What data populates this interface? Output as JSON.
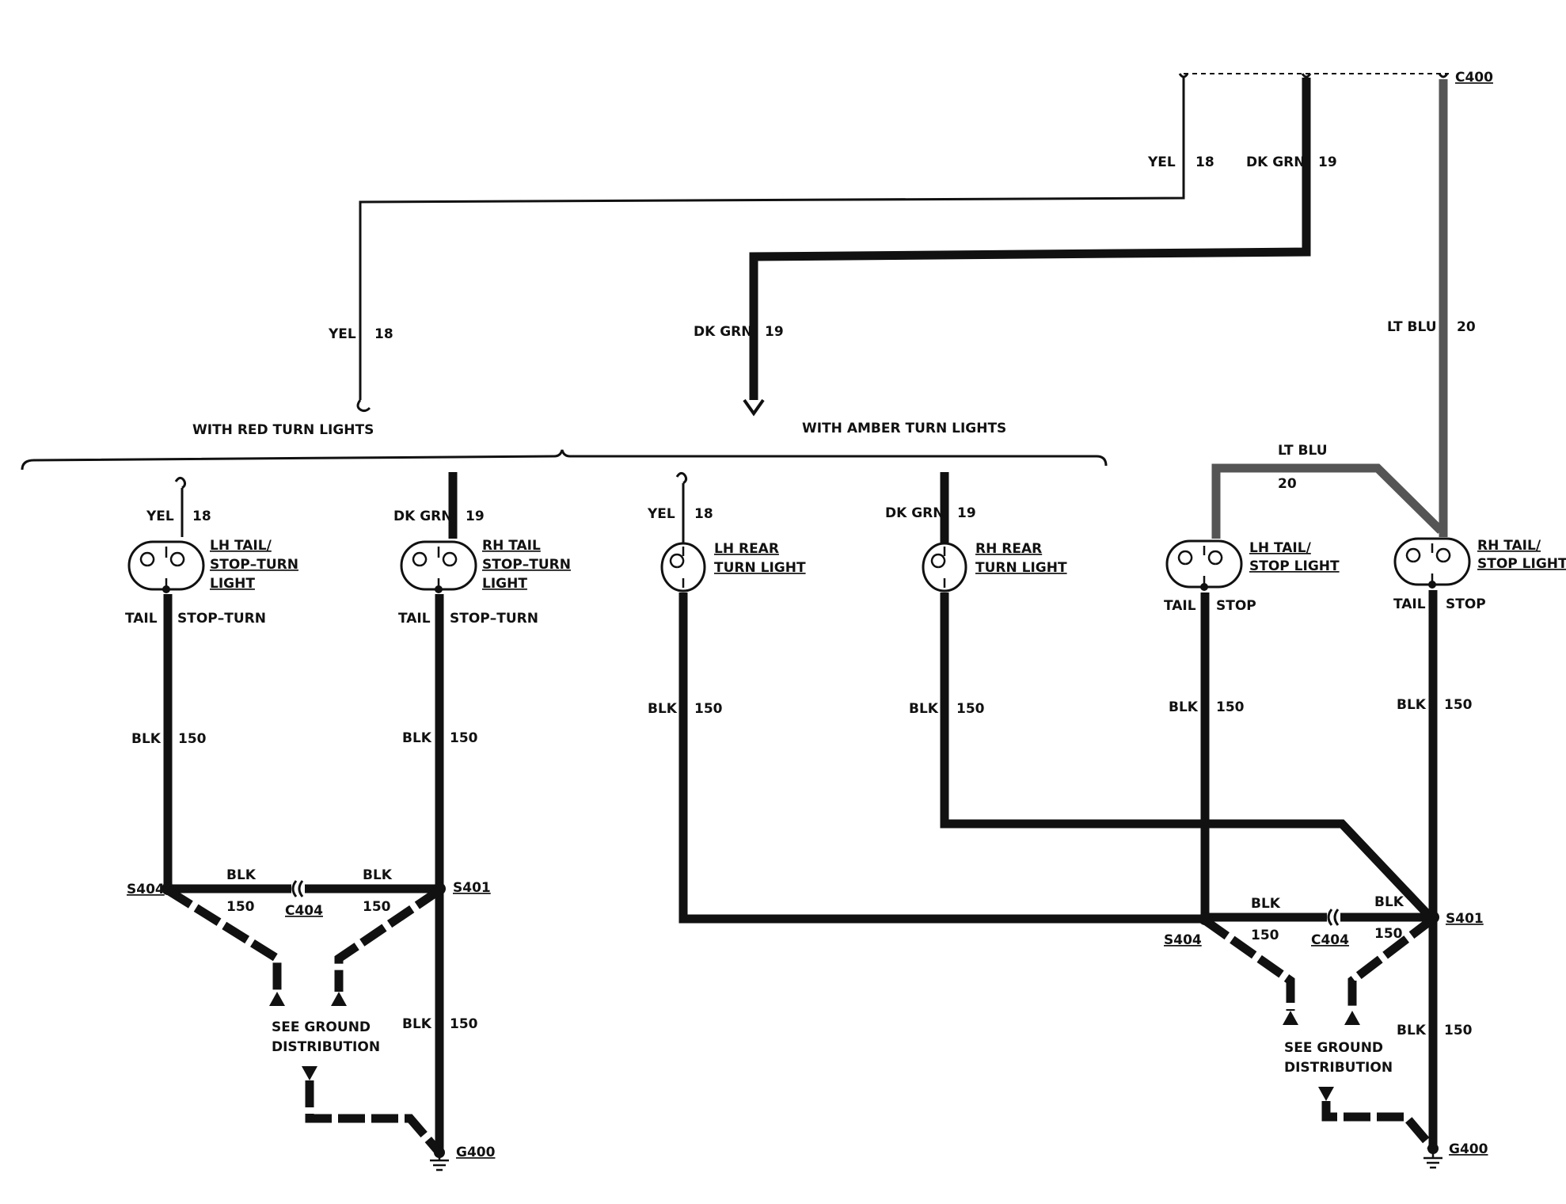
{
  "colors": {
    "ink": "#111111",
    "ltblu_wire": "#555555",
    "background": "#ffffff"
  },
  "connectors": {
    "c400": "C400",
    "c404_left": "C404",
    "c404_right": "C404",
    "s404_left": "S404",
    "s401_left": "S401",
    "s404_right": "S404",
    "s401_right": "S401",
    "g400_left": "G400",
    "g400_right": "G400"
  },
  "top_wires": {
    "yel_top": {
      "color": "YEL",
      "num": "18"
    },
    "dkgrn_top": {
      "color": "DK GRN",
      "num": "19"
    },
    "ltblu_top": {
      "color": "LT BLU",
      "num": "20"
    },
    "yel_mid": {
      "color": "YEL",
      "num": "18"
    },
    "dkgrn_mid": {
      "color": "DK GRN",
      "num": "19"
    }
  },
  "section_labels": {
    "red": "WITH RED TURN LIGHTS",
    "amber": "WITH AMBER TURN LIGHTS"
  },
  "lamps": {
    "lh_tail_stop_turn": {
      "lines": [
        "LH TAIL/",
        "STOP–TURN",
        "LIGHT"
      ],
      "wire_color": "YEL",
      "wire_num": "18",
      "term_left": "TAIL",
      "term_right": "STOP–TURN",
      "gnd_color": "BLK",
      "gnd_num": "150"
    },
    "rh_tail_stop_turn": {
      "lines": [
        "RH TAIL",
        "STOP–TURN",
        "LIGHT"
      ],
      "wire_color": "DK GRN",
      "wire_num": "19",
      "term_left": "TAIL",
      "term_right": "STOP–TURN",
      "gnd_color": "BLK",
      "gnd_num": "150"
    },
    "lh_rear_turn": {
      "lines": [
        "LH REAR",
        "TURN LIGHT"
      ],
      "wire_color": "YEL",
      "wire_num": "18",
      "gnd_color": "BLK",
      "gnd_num": "150"
    },
    "rh_rear_turn": {
      "lines": [
        "RH REAR",
        "TURN LIGHT"
      ],
      "wire_color": "DK GRN",
      "wire_num": "19",
      "gnd_color": "BLK",
      "gnd_num": "150"
    },
    "lh_tail_stop": {
      "lines": [
        "LH TAIL/",
        "STOP LIGHT"
      ],
      "term_left": "TAIL",
      "term_right": "STOP",
      "gnd_color": "BLK",
      "gnd_num": "150"
    },
    "rh_tail_stop": {
      "lines": [
        "RH TAIL/",
        "STOP LIGHT"
      ],
      "term_left": "TAIL",
      "term_right": "STOP",
      "gnd_color": "BLK",
      "gnd_num": "150"
    }
  },
  "ltblu_jumper": {
    "color": "LT BLU",
    "num": "20"
  },
  "ground_left": {
    "blk_a": "BLK",
    "num_a": "150",
    "blk_b": "BLK",
    "num_b": "150",
    "g_color": "BLK",
    "g_num": "150",
    "see_line1": "SEE GROUND",
    "see_line2": "DISTRIBUTION"
  },
  "ground_right": {
    "blk_a": "BLK",
    "num_a": "150",
    "blk_b": "BLK",
    "num_b": "150",
    "g_color": "BLK",
    "g_num": "150",
    "see_line1": "SEE GROUND",
    "see_line2": "DISTRIBUTION"
  }
}
